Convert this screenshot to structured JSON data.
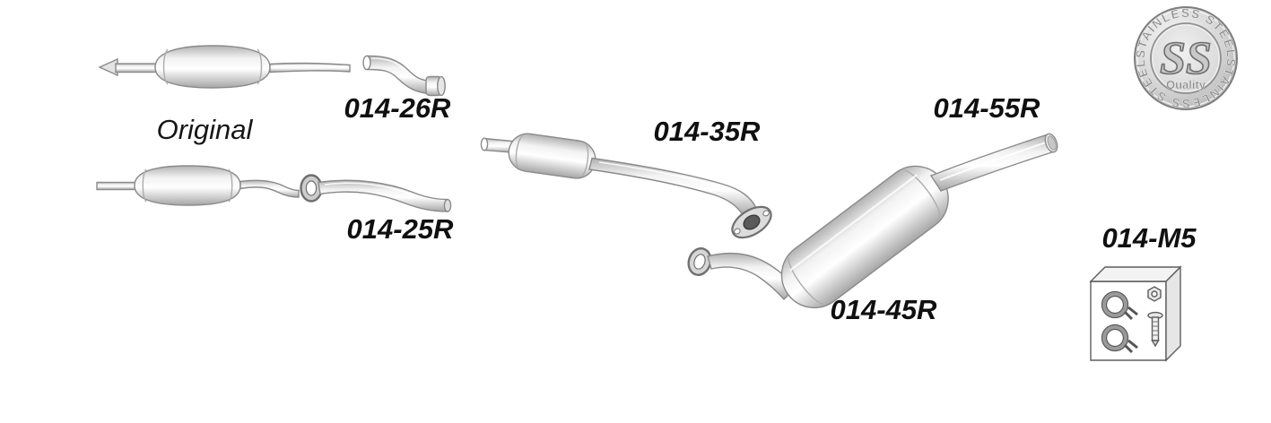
{
  "diagram": {
    "original_label": "Original",
    "parts": [
      {
        "id": "014-26R"
      },
      {
        "id": "014-25R"
      },
      {
        "id": "014-35R"
      },
      {
        "id": "014-45R"
      },
      {
        "id": "014-55R"
      },
      {
        "id": "014-M5"
      }
    ],
    "badge": {
      "arc_top": "STAINLESS STEEL",
      "arc_bottom": "STAINLESS STEEL",
      "monogram": "SS",
      "quality": "Quality"
    },
    "colors": {
      "outline": "#8a8a8a",
      "label_text": "#101010",
      "badge_text": "#8d8d8d",
      "background": "#ffffff"
    }
  }
}
